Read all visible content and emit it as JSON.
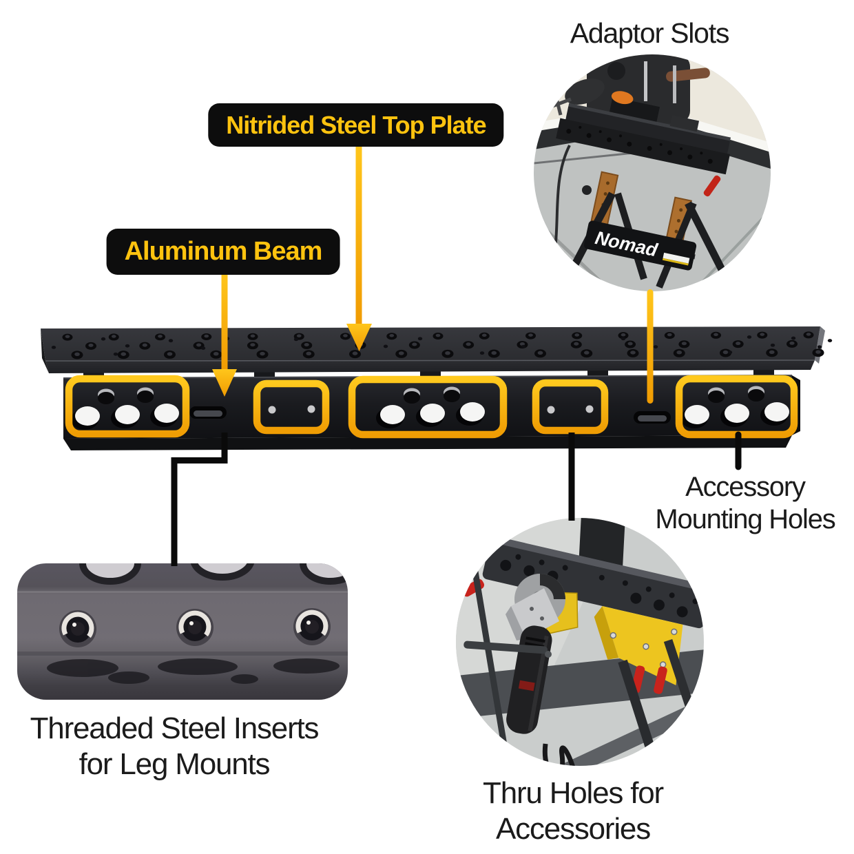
{
  "callouts": {
    "adaptor_slots": {
      "label": "Adaptor Slots"
    },
    "top_plate": {
      "label": "Nitrided Steel Top Plate"
    },
    "aluminum_beam": {
      "label": "Aluminum Beam"
    },
    "accessory_mounting_holes": {
      "line1": "Accessory",
      "line2": "Mounting Holes"
    },
    "threaded_inserts": {
      "line1": "Threaded Steel Inserts",
      "line2": "for Leg Mounts"
    },
    "thru_holes": {
      "line1": "Thru Holes for",
      "line2": "Accessories"
    }
  },
  "photos": {
    "adaptor_slots_brand": "Nomad"
  },
  "colors": {
    "accent_yellow": "#FFC30F",
    "arrow_gradient_top": "#FFC91E",
    "arrow_gradient_bottom": "#EF9D04",
    "label_background": "#0D0D0D",
    "caption_text": "#1B1B1B",
    "background": "#FFFFFF"
  }
}
